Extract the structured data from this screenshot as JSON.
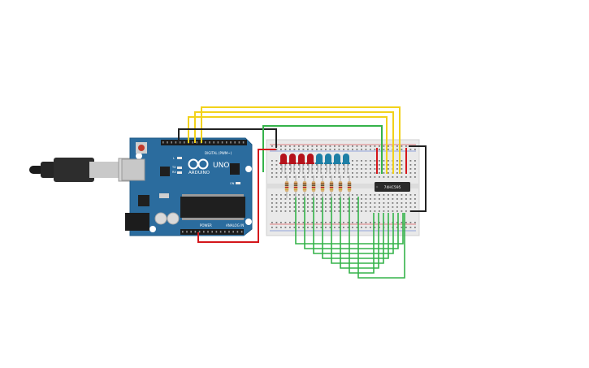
{
  "board": {
    "logo_text": "ARDUINO",
    "model_text": "UNO",
    "digital_label": "DIGITAL (PWM~)",
    "power_label": "POWER",
    "analog_label": "ANALOG IN",
    "tx_label": "TX",
    "rx_label": "RX",
    "l_label": "L",
    "on_label": "ON"
  },
  "ic": {
    "label": "74HC595"
  },
  "leds": [
    {
      "color": "#b5121b"
    },
    {
      "color": "#b5121b"
    },
    {
      "color": "#b5121b"
    },
    {
      "color": "#b5121b"
    },
    {
      "color": "#1d7fa6"
    },
    {
      "color": "#1d7fa6"
    },
    {
      "color": "#1d7fa6"
    },
    {
      "color": "#1d7fa6"
    }
  ],
  "colors": {
    "board": "#2b6c9e",
    "wire_yellow": "#f2d21b",
    "wire_green": "#35b34a",
    "wire_red": "#d4161b",
    "wire_black": "#222222",
    "breadboard": "#e9e9e9"
  }
}
